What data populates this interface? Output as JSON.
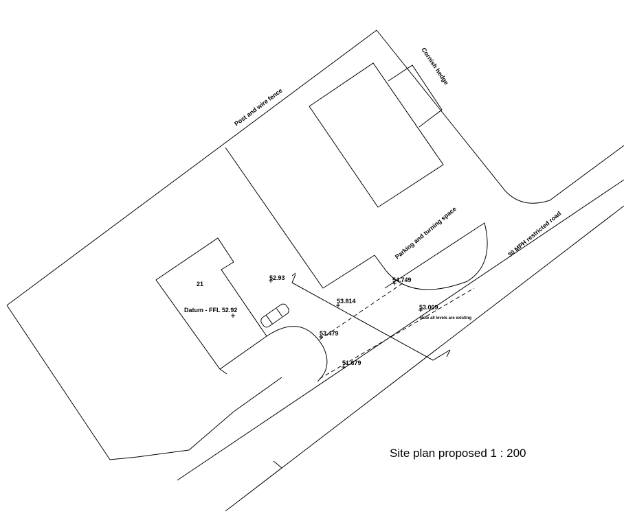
{
  "labels": {
    "fence": "Post and wire fence",
    "hedge": "Cornish hedge",
    "parking": "Parking and turning space",
    "road": "30 MPH restricted road",
    "house_number": "21",
    "datum": "Datum - FFL 52.92",
    "note": "Note all levels are existing",
    "title": "Site plan proposed 1 : 200"
  },
  "levels": [
    "52.93",
    "53.814",
    "54.749",
    "53.009",
    "53.479",
    "51.679"
  ]
}
